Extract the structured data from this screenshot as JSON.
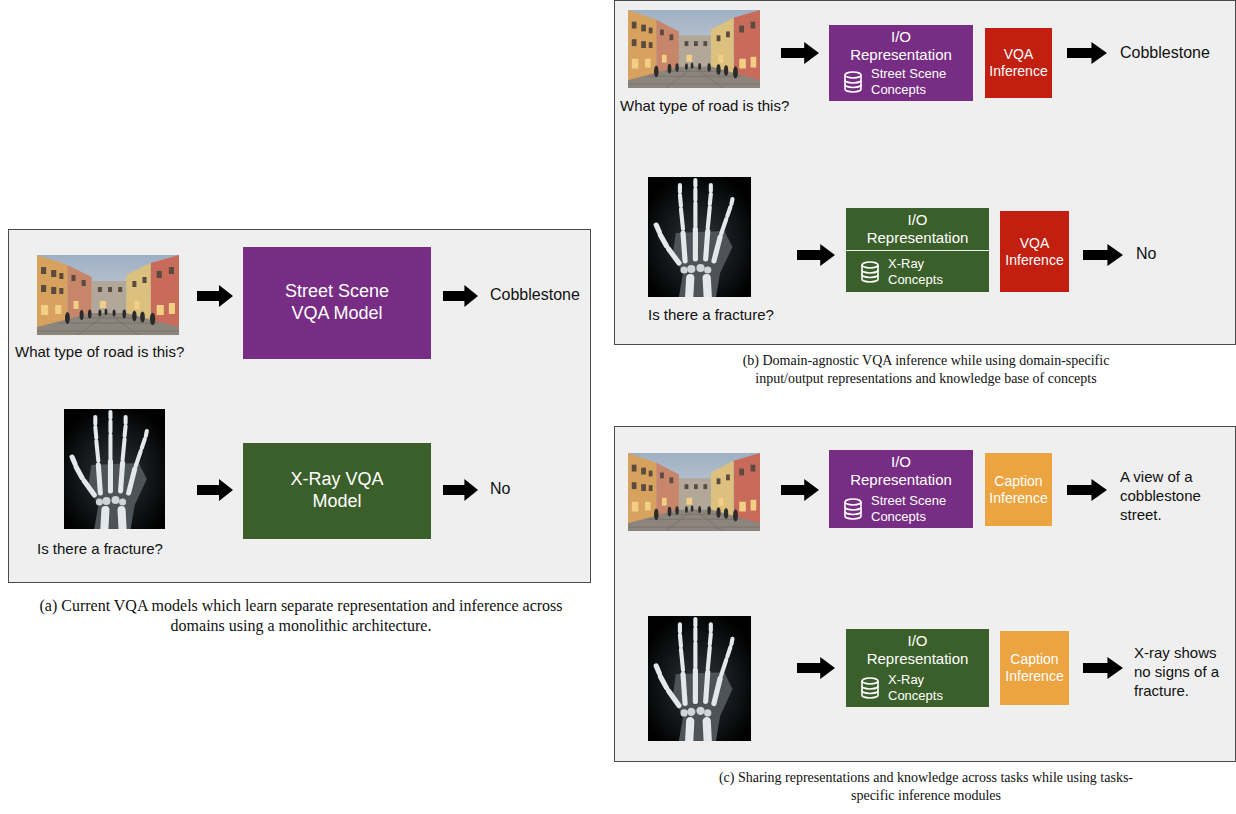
{
  "diagram": {
    "nodes": [
      {
        "text": [
          "(a) Current VQA models which learn separate representation and inference across domains using a monolithic architecture."
        ]
      },
      {
        "text": [
          "Street Scene VQA Model"
        ],
        "in": 0
      },
      {
        "text": [
          "X-Ray VQA Model"
        ],
        "in": 0
      },
      {
        "text": [
          "(b) Domain-agnostic VQA inference while using domain-specific input/output representations and knowledge base of concepts"
        ]
      },
      {
        "text": [
          "I/O Representation"
        ],
        "in": 3
      },
      {
        "text": [
          "Street Scene Concepts"
        ],
        "in": 3
      },
      {
        "text": [
          "VQA Inference"
        ],
        "in": 3
      },
      {
        "text": [
          "I/O Representation"
        ],
        "in": 3
      },
      {
        "text": [
          "X-Ray Concepts"
        ],
        "in": 3
      },
      {
        "text": [
          "VQA Inference"
        ],
        "in": 3
      },
      {
        "text": [
          "(c) Sharing representations and knowledge across tasks while using tasks-specific inference modules"
        ]
      },
      {
        "text": [
          "I/O Representation"
        ],
        "in": 10
      },
      {
        "text": [
          "Street Scene Concepts"
        ],
        "in": 10
      },
      {
        "text": [
          "Caption Inference"
        ],
        "in": 10
      },
      {
        "text": [
          "I/O Representation"
        ],
        "in": 10
      },
      {
        "text": [
          "X-Ray Concepts"
        ],
        "in": 10
      },
      {
        "text": [
          "Caption Inference"
        ],
        "in": 10
      }
    ],
    "labels": [
      "What type of road is this?",
      "Cobblestone",
      "Is there a fracture?",
      "No",
      "What type of road is this?",
      "Cobblestone",
      "Is there a fracture?",
      "No",
      "A view of a cobblestone street.",
      "X-ray shows no signs of a fracture."
    ]
  }
}
